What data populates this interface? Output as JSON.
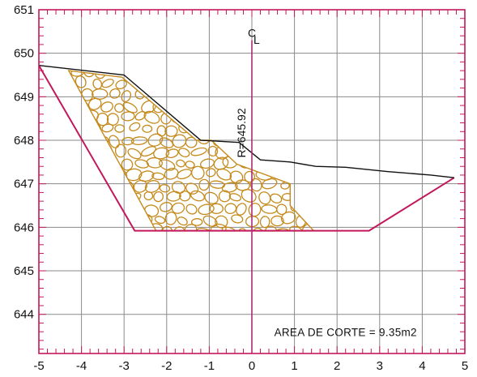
{
  "chart_data": {
    "type": "line",
    "title": "",
    "xlabel": "",
    "ylabel": "",
    "xlim": [
      -5,
      5
    ],
    "ylim": [
      643.1,
      651
    ],
    "x_ticks": [
      -5,
      -4,
      -3,
      -2,
      -1,
      0,
      1,
      2,
      3,
      4,
      5
    ],
    "x_tick_labels": [
      "-5",
      "-4",
      "-3",
      "-2",
      "-1",
      "0",
      "1",
      "2",
      "3",
      "4",
      "5"
    ],
    "y_ticks": [
      644,
      645,
      646,
      647,
      648,
      649,
      650,
      651
    ],
    "y_tick_labels": [
      "644",
      "645",
      "646",
      "647",
      "648",
      "649",
      "650",
      "651"
    ],
    "grid": true,
    "colors": {
      "frame": "#c2185b",
      "grid": "#8a8a8a",
      "fill_line": "#c58a1c",
      "excavation": "#c2185b",
      "ground": "#111111",
      "centerline": "#b0287a"
    },
    "series": [
      {
        "role": "existing-ground",
        "x": [
          -5,
          -3,
          -1.2,
          -0.3,
          0.2,
          0.9,
          1.5,
          2.2,
          3.2,
          4.2,
          4.75
        ],
        "y": [
          649.72,
          649.5,
          648.0,
          647.95,
          647.55,
          647.5,
          647.4,
          647.38,
          647.28,
          647.2,
          647.14
        ]
      },
      {
        "role": "excavation-profile",
        "x": [
          -5,
          -2.75,
          2.75,
          4.75
        ],
        "y": [
          649.72,
          645.92,
          645.92,
          647.14
        ]
      },
      {
        "role": "rockfill",
        "x": [
          -4.3,
          -3.05,
          -1.3,
          -0.95,
          -0.35,
          0.9,
          0.9,
          1.45,
          -2.25
        ],
        "y": [
          649.6,
          649.45,
          648.0,
          648.0,
          647.45,
          647.0,
          646.5,
          645.92,
          645.92
        ]
      }
    ],
    "centerline": {
      "x": 0,
      "label": "C",
      "label_sub": "L"
    },
    "annotations": [
      {
        "text": "R=645.92",
        "x": -0.15,
        "y": 647.6,
        "rotation": -90
      },
      {
        "text": "AREA DE CORTE = 9.35m2",
        "x": 2.2,
        "y": 643.5
      }
    ]
  }
}
